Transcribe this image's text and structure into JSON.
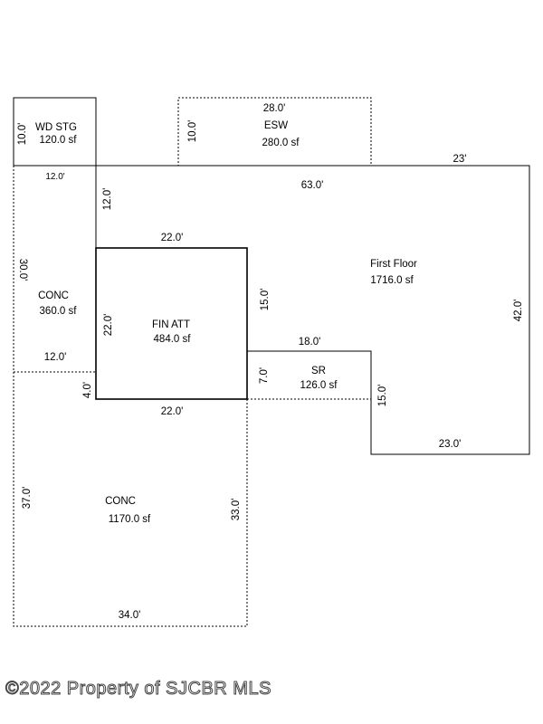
{
  "rooms": {
    "wd_stg": {
      "name": "WD STG",
      "area": "120.0 sf",
      "dim_side": "10.0'",
      "dim_bottom": "12.0'"
    },
    "esw": {
      "name": "ESW",
      "area": "280.0 sf",
      "dim_top": "28.0'",
      "dim_side": "10.0'"
    },
    "first_floor": {
      "name": "First Floor",
      "area": "1716.0 sf",
      "dim_top_right": "23'",
      "dim_top": "63.0'",
      "dim_inner_left": "12.0'",
      "dim_right": "42.0'",
      "dim_bottom": "23.0'",
      "dim_step": "15.0'"
    },
    "conc_left": {
      "name": "CONC",
      "area": "360.0 sf",
      "dim_side": "30.0'",
      "dim_bottom": "12.0'"
    },
    "fin_att": {
      "name": "FIN ATT",
      "area": "484.0 sf",
      "dim_top": "22.0'",
      "dim_left": "22.0'",
      "dim_right": "15.0'",
      "dim_bottom": "22.0'",
      "dim_small": "4.0'"
    },
    "sr": {
      "name": "SR",
      "area": "126.0 sf",
      "dim_top": "18.0'",
      "dim_side": "7.0'"
    },
    "conc_bottom": {
      "name": "CONC",
      "area": "1170.0 sf",
      "dim_left": "37.0'",
      "dim_right": "33.0'",
      "dim_bottom": "34.0'"
    }
  },
  "footer": {
    "copyright": "©2022 Property of SJCBR MLS"
  }
}
